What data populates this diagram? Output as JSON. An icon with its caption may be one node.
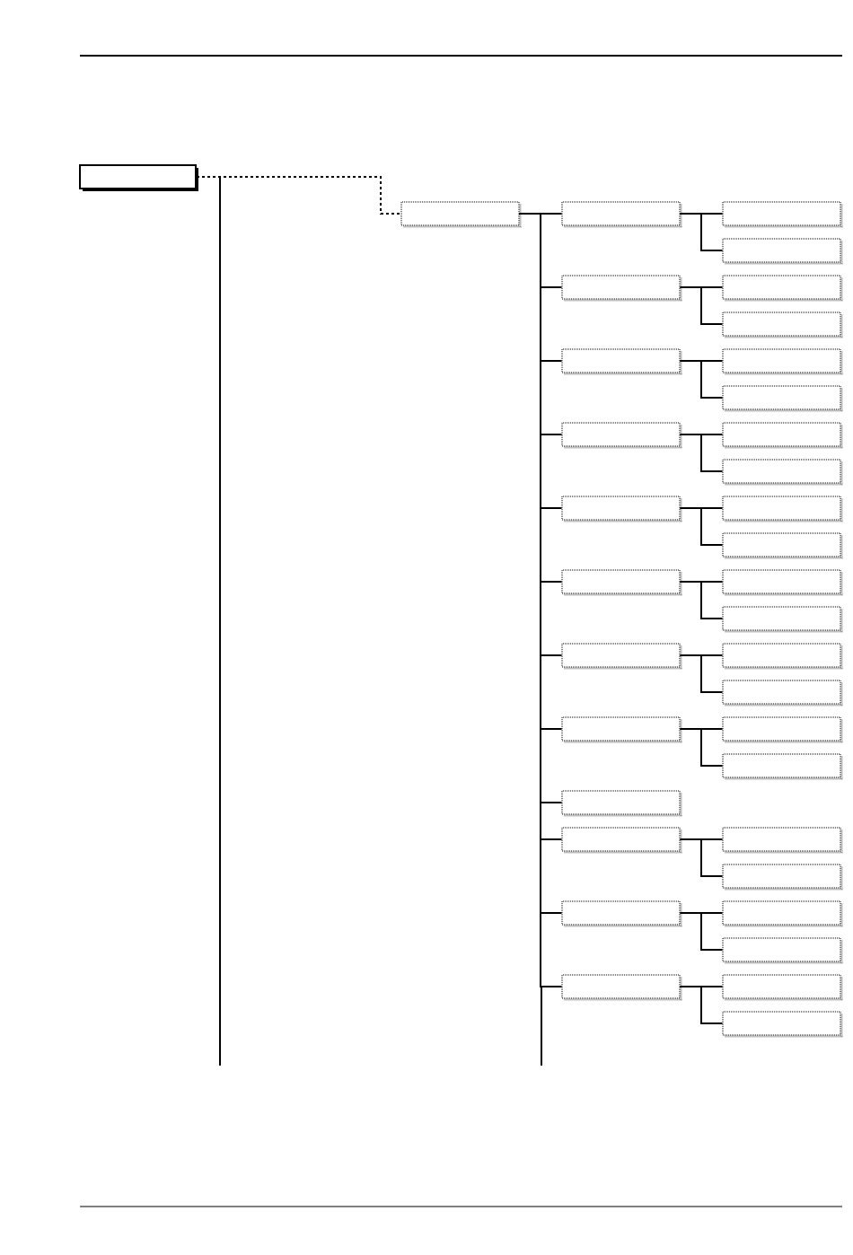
{
  "diagram": {
    "nodes": [
      {
        "text": [],
        "shape": "box"
      },
      {
        "text": [],
        "shape": "box"
      },
      {
        "text": [],
        "shape": "box"
      },
      {
        "text": [],
        "shape": "box"
      },
      {
        "text": [],
        "shape": "box"
      },
      {
        "text": [],
        "shape": "box"
      },
      {
        "text": [],
        "shape": "box"
      },
      {
        "text": [],
        "shape": "box"
      },
      {
        "text": [],
        "shape": "box"
      },
      {
        "text": [],
        "shape": "box"
      },
      {
        "text": [],
        "shape": "box"
      },
      {
        "text": [],
        "shape": "box"
      },
      {
        "text": [],
        "shape": "box"
      },
      {
        "text": [],
        "shape": "box"
      },
      {
        "text": [],
        "shape": "box"
      },
      {
        "text": [],
        "shape": "box"
      },
      {
        "text": [],
        "shape": "box"
      },
      {
        "text": [],
        "shape": "box"
      },
      {
        "text": [],
        "shape": "box"
      },
      {
        "text": [],
        "shape": "box"
      },
      {
        "text": [],
        "shape": "box"
      },
      {
        "text": [],
        "shape": "box"
      },
      {
        "text": [],
        "shape": "box"
      },
      {
        "text": [],
        "shape": "box"
      },
      {
        "text": [],
        "shape": "box"
      },
      {
        "text": [],
        "shape": "box"
      },
      {
        "text": [],
        "shape": "box"
      },
      {
        "text": [],
        "shape": "box"
      },
      {
        "text": [],
        "shape": "box"
      },
      {
        "text": [],
        "shape": "box"
      },
      {
        "text": [],
        "shape": "box"
      },
      {
        "text": [],
        "shape": "box"
      },
      {
        "text": [],
        "shape": "box"
      },
      {
        "text": [],
        "shape": "box"
      },
      {
        "text": [],
        "shape": "box"
      },
      {
        "text": [],
        "shape": "box"
      }
    ],
    "edges": [
      {
        "from": 0,
        "to": 1,
        "arrow": "none",
        "style": "dashed"
      },
      {
        "from": 1,
        "to": 2,
        "arrow": "none"
      },
      {
        "from": 2,
        "to": 3,
        "arrow": "none"
      },
      {
        "from": 2,
        "to": 4,
        "arrow": "none"
      },
      {
        "from": 1,
        "to": 5,
        "arrow": "none"
      },
      {
        "from": 5,
        "to": 6,
        "arrow": "none"
      },
      {
        "from": 5,
        "to": 7,
        "arrow": "none"
      },
      {
        "from": 1,
        "to": 8,
        "arrow": "none"
      },
      {
        "from": 8,
        "to": 9,
        "arrow": "none"
      },
      {
        "from": 8,
        "to": 10,
        "arrow": "none"
      },
      {
        "from": 1,
        "to": 11,
        "arrow": "none"
      },
      {
        "from": 11,
        "to": 12,
        "arrow": "none"
      },
      {
        "from": 11,
        "to": 13,
        "arrow": "none"
      },
      {
        "from": 1,
        "to": 14,
        "arrow": "none"
      },
      {
        "from": 14,
        "to": 15,
        "arrow": "none"
      },
      {
        "from": 14,
        "to": 16,
        "arrow": "none"
      },
      {
        "from": 1,
        "to": 17,
        "arrow": "none"
      },
      {
        "from": 17,
        "to": 18,
        "arrow": "none"
      },
      {
        "from": 17,
        "to": 19,
        "arrow": "none"
      },
      {
        "from": 1,
        "to": 20,
        "arrow": "none"
      },
      {
        "from": 20,
        "to": 21,
        "arrow": "none"
      },
      {
        "from": 20,
        "to": 22,
        "arrow": "none"
      },
      {
        "from": 1,
        "to": 23,
        "arrow": "none"
      },
      {
        "from": 23,
        "to": 24,
        "arrow": "none"
      },
      {
        "from": 23,
        "to": 25,
        "arrow": "none"
      },
      {
        "from": 1,
        "to": 26,
        "arrow": "none"
      },
      {
        "from": 1,
        "to": 27,
        "arrow": "none"
      },
      {
        "from": 27,
        "to": 28,
        "arrow": "none"
      },
      {
        "from": 27,
        "to": 29,
        "arrow": "none"
      },
      {
        "from": 1,
        "to": 30,
        "arrow": "none"
      },
      {
        "from": 30,
        "to": 31,
        "arrow": "none"
      },
      {
        "from": 30,
        "to": 32,
        "arrow": "none"
      },
      {
        "from": 1,
        "to": 33,
        "arrow": "none"
      },
      {
        "from": 33,
        "to": 34,
        "arrow": "none"
      },
      {
        "from": 33,
        "to": 35,
        "arrow": "none"
      }
    ]
  }
}
